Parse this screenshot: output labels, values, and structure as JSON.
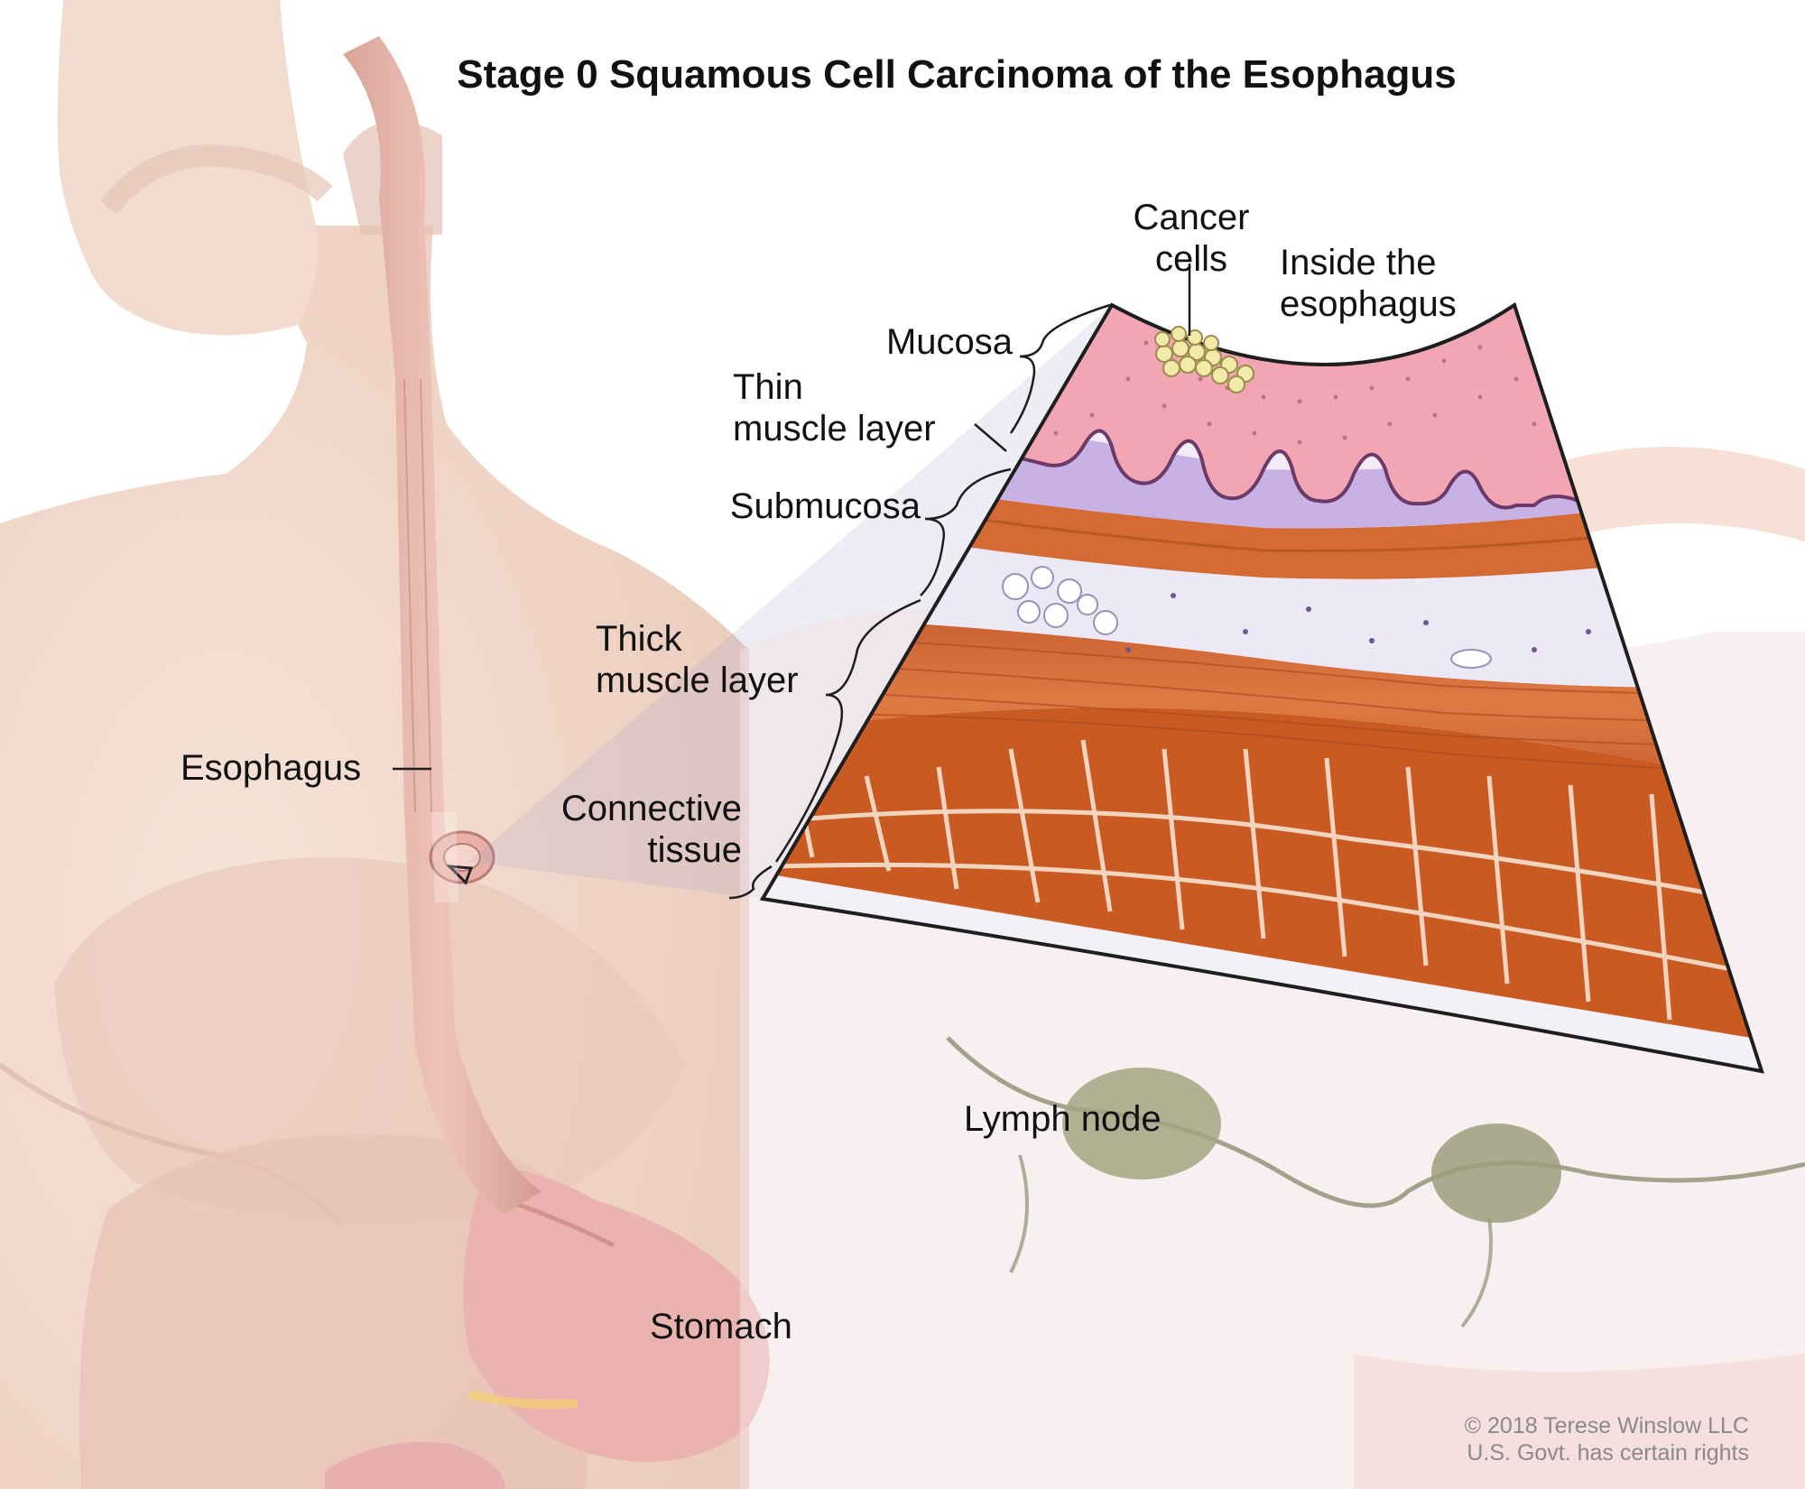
{
  "title": "Stage 0 Squamous Cell Carcinoma of the Esophagus",
  "labels": {
    "cancer_cells": [
      "Cancer",
      "cells"
    ],
    "inside_esophagus": [
      "Inside the",
      "esophagus"
    ],
    "mucosa": "Mucosa",
    "thin_muscle": [
      "Thin",
      "muscle layer"
    ],
    "submucosa": "Submucosa",
    "thick_muscle": [
      "Thick",
      "muscle layer"
    ],
    "connective_tissue": [
      "Connective",
      "tissue"
    ],
    "esophagus": "Esophagus",
    "lymph_node": "Lymph node",
    "stomach": "Stomach"
  },
  "credit": [
    "© 2018 Terese Winslow LLC",
    "U.S. Govt. has certain rights"
  ],
  "colors": {
    "skin": "#f2ddd0",
    "mucosa": "#f0a9b4",
    "lamina": "#c9b4e6",
    "muscle": "#d8703a",
    "submucosa": "#ece8f6",
    "tissue_outline": "#6b3a68",
    "lymph_node": "#9a9a76"
  }
}
